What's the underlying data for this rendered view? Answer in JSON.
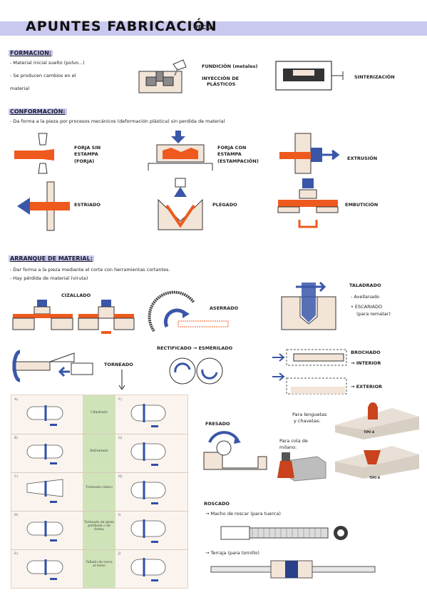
{
  "header": {
    "title": "APUNTES FABRICACIÓN",
    "tag": "PEC 1"
  },
  "formacion": {
    "title": "FORMACION:",
    "lines": [
      "- Material inicial suelto (polvo...)",
      "- Se producen cambios en el",
      "material"
    ],
    "fundicion": "FUNDICIÓN (metales)",
    "inyeccion_1": "INYECCIÓN DE",
    "inyeccion_2": "PLÁSTICOS",
    "sinterizacion": "SINTERIZACIÓN"
  },
  "conformacion": {
    "title": "CONFORMACIÓN:",
    "line": "- Da forma a la pieza por procesos mecánicos (deformación plástica) sin perdida de material",
    "forja_sin_1": "FORJA SIN",
    "forja_sin_2": "ESTAMPA",
    "forja_sin_3": "(FORJA)",
    "forja_con_1": "FORJA CON",
    "forja_con_2": "ESTAMPA",
    "forja_con_3": "(ESTAMPACIÓN)",
    "extrusion": "EXTRUSIÓN",
    "estriado": "ESTRIADO",
    "plegado": "PLEGADO",
    "embuticion": "EMBUTICIÓN"
  },
  "arranque": {
    "title": "ARRANQUE DE MATERIAL:",
    "line1": "- Dar forma a la pieza mediante el corte con herramientas cortantes.",
    "line2": "- Hay pérdida de material (viruta)",
    "cizallado": "CIZALLADO",
    "aserrado": "ASERRADO",
    "taladrado": "TALADRADO",
    "avellanado": "- Avellanado",
    "escariado_1": "• ESCARIADO",
    "escariado_2": "(para rematar)",
    "rectificado": "RECTIFICADO → ESMERILADO",
    "brochado": "BROCHADO",
    "interior": "→ INTERIOR",
    "exterior": "→ EXTERIOR",
    "torneado": "TORNEADO",
    "fresado": "FRESADO",
    "para_lenguetas_1": "Para lenguetas",
    "para_lenguetas_2": "y chavetas:",
    "para_cola_1": "Para cola de",
    "para_cola_2": "milano:",
    "tipo_a": "TIPO A",
    "tipo_b": "TIPO B",
    "roscado": "ROSCADO",
    "macho": "→ Macho de roscar (para tuerca)",
    "terraja": "→ Terraja (para tornillo)"
  },
  "table": {
    "rows": [
      {
        "left": "A)",
        "mid": "Cilindrado",
        "right": "F)"
      },
      {
        "left": "B)",
        "mid": "Refrentado",
        "right": "G)"
      },
      {
        "left": "C)",
        "mid": "Torneado cónico",
        "right": "H)"
      },
      {
        "left": "D)",
        "mid": "Torneado de pieza perfilada o de forma",
        "right": "I)"
      },
      {
        "left": "E)",
        "mid": "Tallado de rosca al torno",
        "right": "J)"
      }
    ]
  },
  "colors": {
    "accent_bg": "#c9c9ef",
    "arrow_blue": "#3a56a8",
    "part_orange": "#ee5a1e",
    "hatch_brown": "#b08a72",
    "table_green": "#cfe3b8"
  }
}
